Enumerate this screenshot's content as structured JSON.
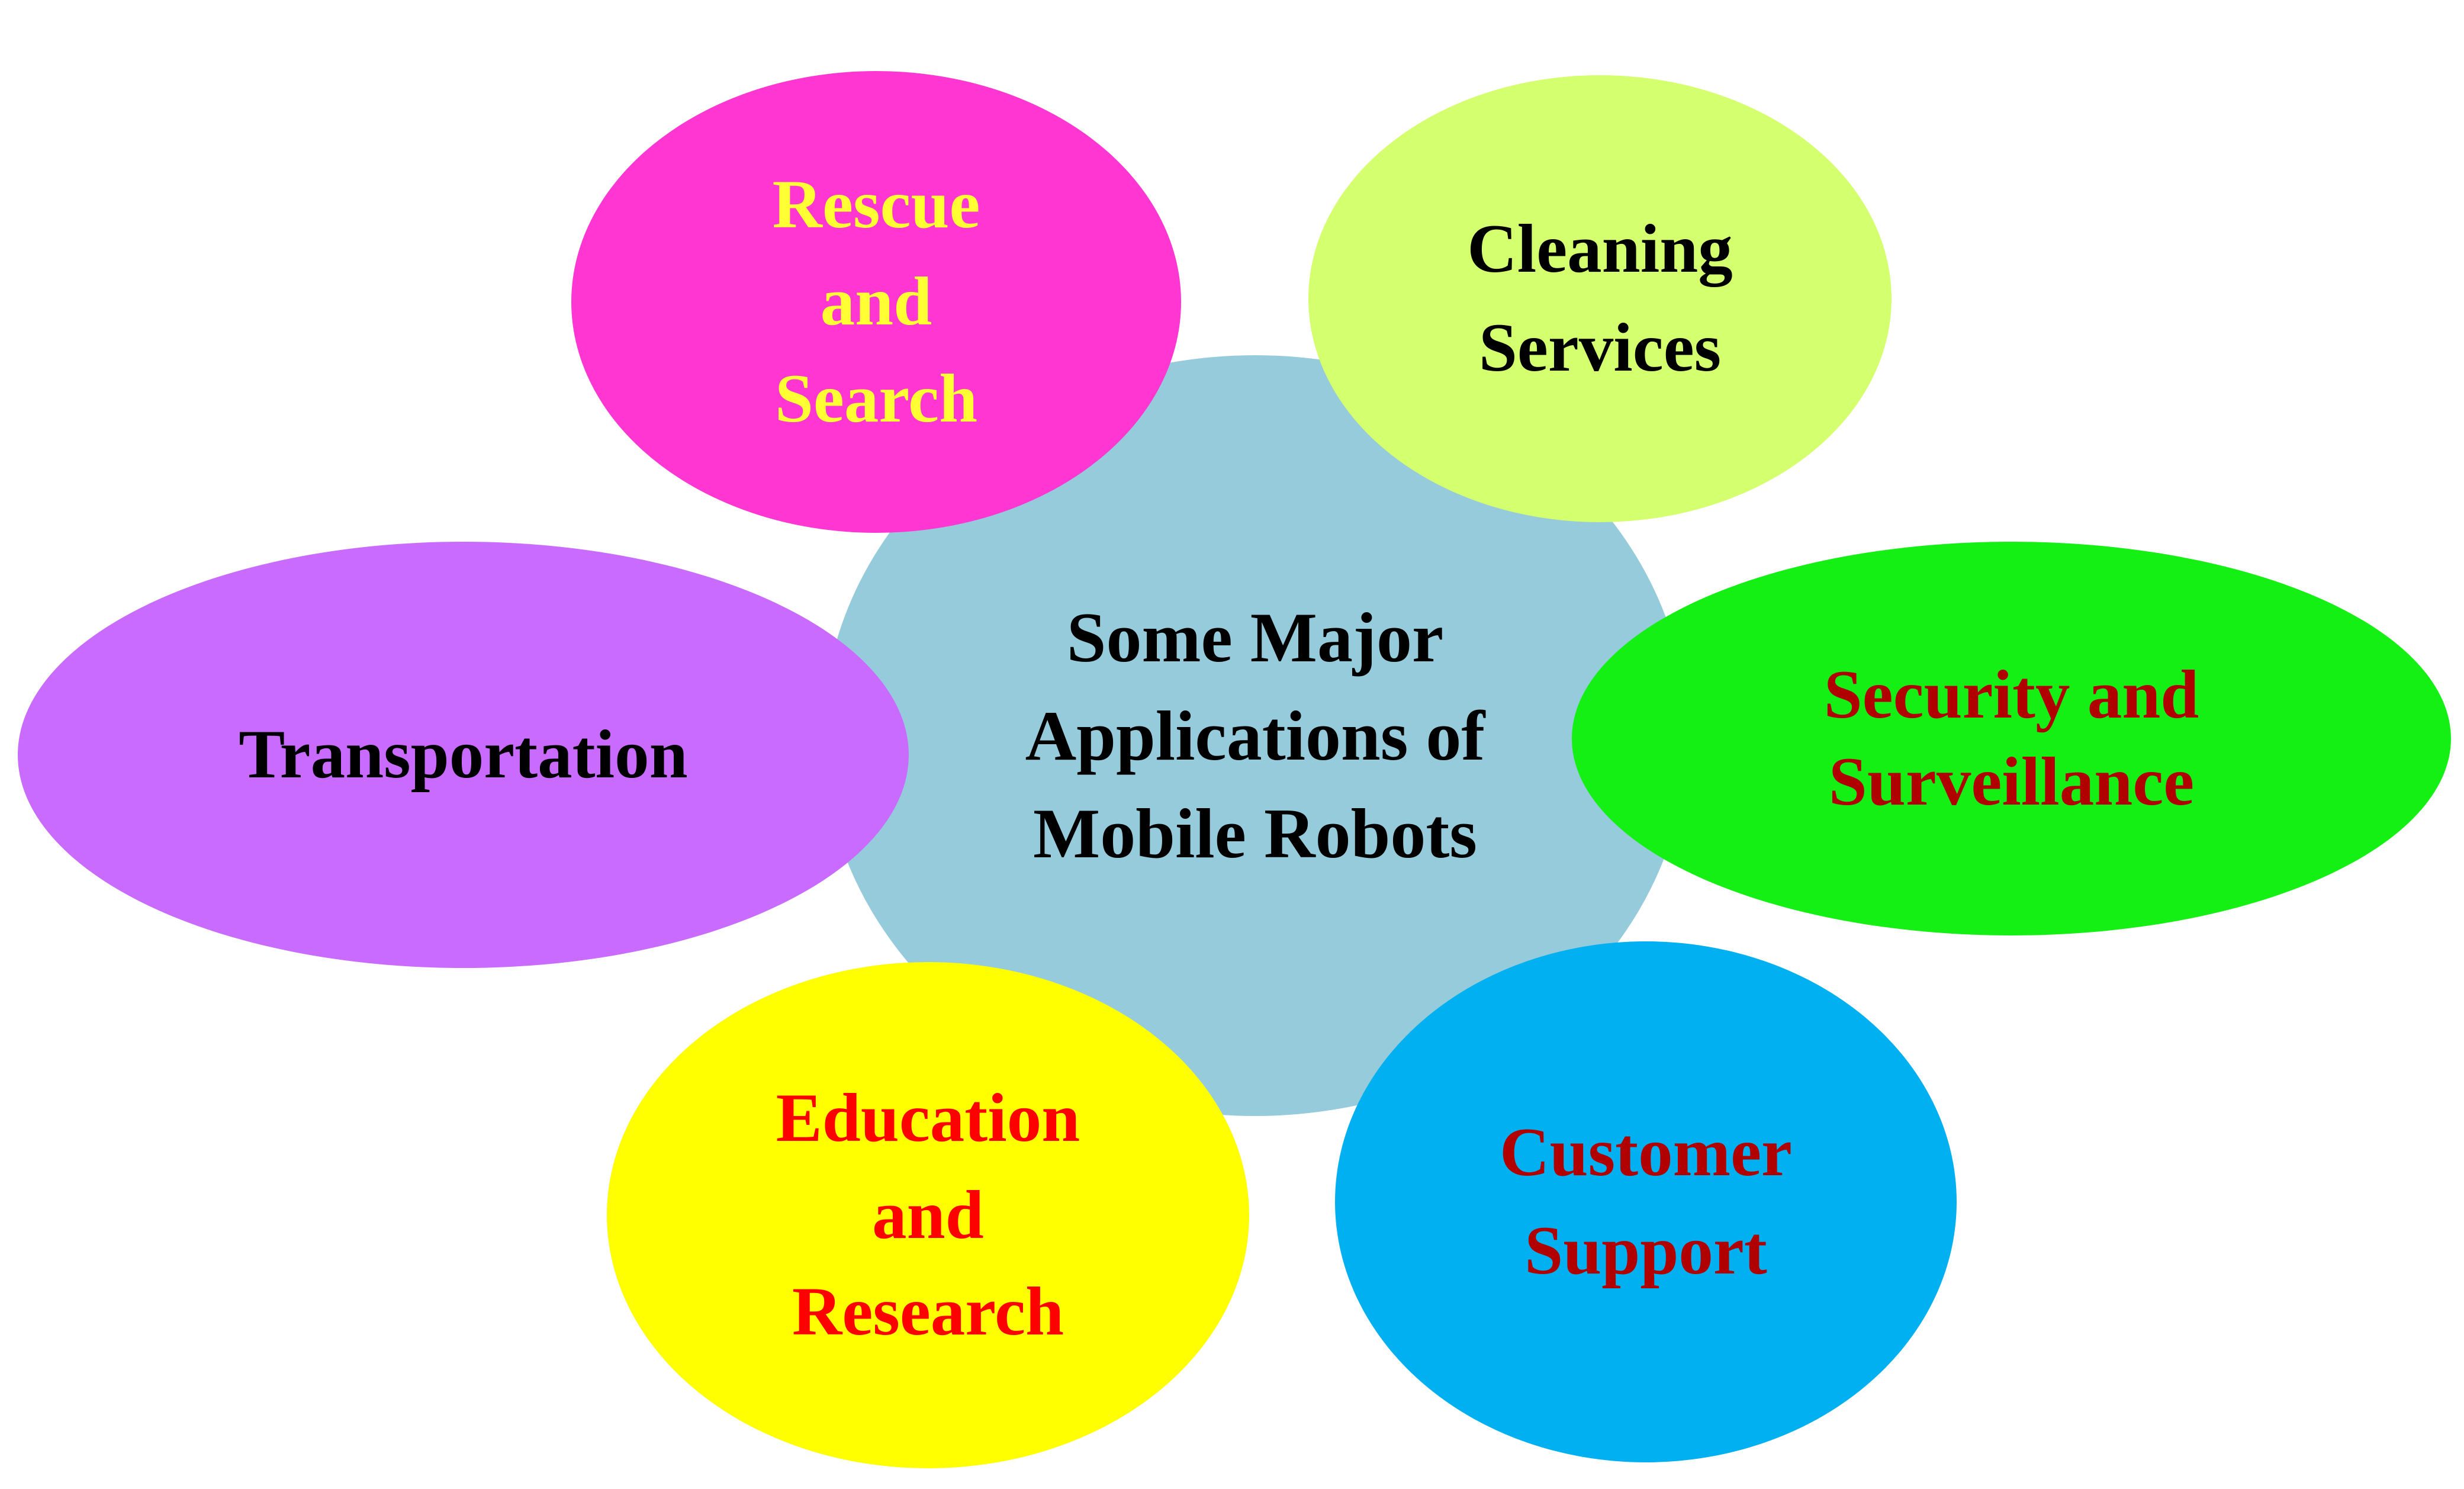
{
  "diagram": {
    "center": {
      "lines": [
        "Some Major",
        "Applications of",
        "Mobile Robots"
      ],
      "fill": "#96cbdb",
      "text_color": "#000000"
    },
    "nodes": [
      {
        "id": "rescue",
        "lines": [
          "Rescue",
          "and",
          "Search"
        ],
        "fill": "#ff36d2",
        "text_color": "#ffff33"
      },
      {
        "id": "cleaning",
        "lines": [
          "Cleaning",
          "Services"
        ],
        "fill": "#d4ff6e",
        "text_color": "#000000"
      },
      {
        "id": "transport",
        "lines": [
          "Transportation"
        ],
        "fill": "#c96bff",
        "text_color": "#000000"
      },
      {
        "id": "security",
        "lines": [
          "Security and",
          "Surveillance"
        ],
        "fill": "#14f014",
        "text_color": "#b00000"
      },
      {
        "id": "education",
        "lines": [
          "Education",
          "and",
          "Research"
        ],
        "fill": "#ffff00",
        "text_color": "#ff0000"
      },
      {
        "id": "customer",
        "lines": [
          "Customer",
          "Support"
        ],
        "fill": "#00b0f0",
        "text_color": "#b00000"
      }
    ]
  }
}
